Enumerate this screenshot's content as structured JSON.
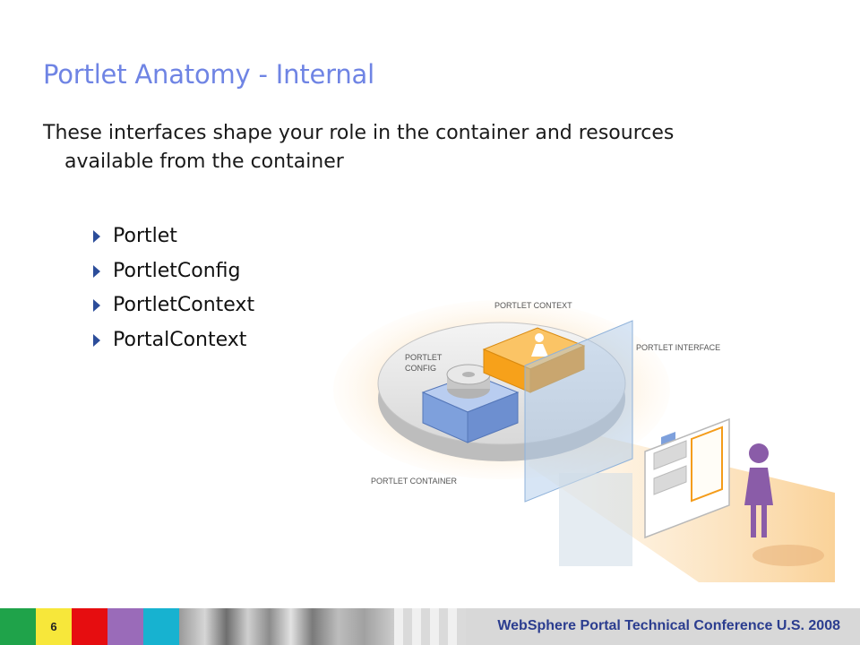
{
  "slide": {
    "title": "Portlet Anatomy - Internal",
    "intro": "These interfaces shape your role in the container and resources available from the container",
    "bullets": [
      "Portlet",
      "PortletConfig",
      "PortletContext",
      "PortalContext"
    ]
  },
  "diagram": {
    "labels": {
      "context": "PORTLET CONTEXT",
      "interface": "PORTLET INTERFACE",
      "config_line1": "PORTLET",
      "config_line2": "CONFIG",
      "container": "PORTLET CONTAINER"
    },
    "icons": [
      "gear-icon",
      "person-icon"
    ]
  },
  "footer": {
    "page_number": "6",
    "conference": "WebSphere Portal Technical Conference U.S. 2008"
  },
  "colors": {
    "title": "#6f84e4",
    "bullet_arrow": "#2c4d9a",
    "footer_text": "#2b3d8f",
    "context_box": "#f7a11a",
    "config_box": "#7ea0dc",
    "person": "#8a5ca8"
  }
}
